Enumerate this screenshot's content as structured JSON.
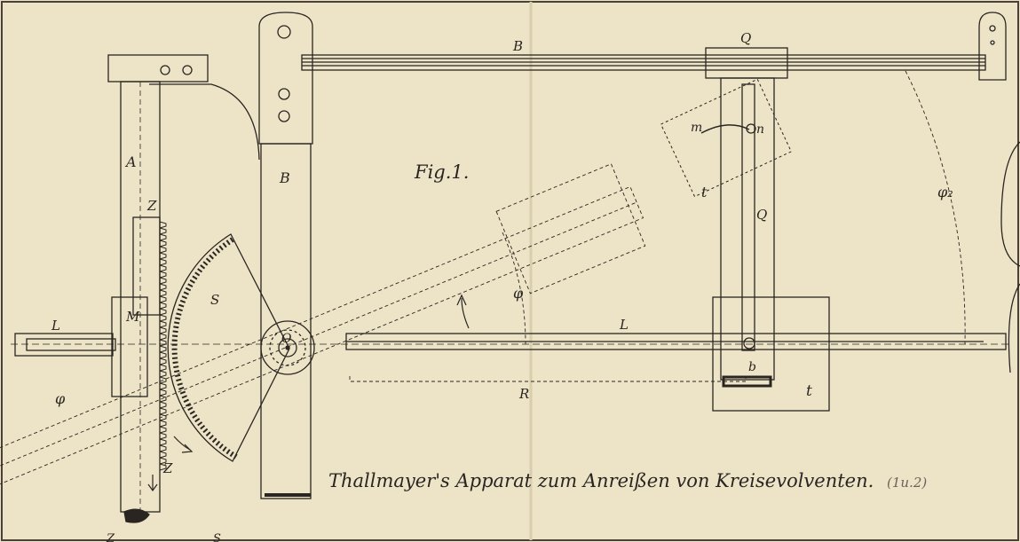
{
  "figure": {
    "fig_label": "Fig.1.",
    "caption": "Thallmayer's Apparat zum Anreißen von Kreisevolventen.",
    "caption_ref": "(1u.2)"
  },
  "labels": {
    "B_top": "B",
    "Q_top": "Q",
    "A": "A",
    "B_left": "B",
    "Z_upper": "Z",
    "Z_lower": "Z",
    "M": "M",
    "S": "S",
    "O": "O",
    "L_left": "L",
    "L_right": "L",
    "phi_left": "φ",
    "phi_mid": "φ",
    "phi2_right": "φ₂",
    "R": "R",
    "m": "m",
    "n": "n",
    "t_upper": "t",
    "t_lower": "t",
    "Q_mid": "Q",
    "b": "b",
    "Z_bottom": "Z",
    "S_bottom": "S"
  },
  "colors": {
    "paper": "#ede4c8",
    "ink": "#2a2520",
    "border": "#4a4238"
  }
}
